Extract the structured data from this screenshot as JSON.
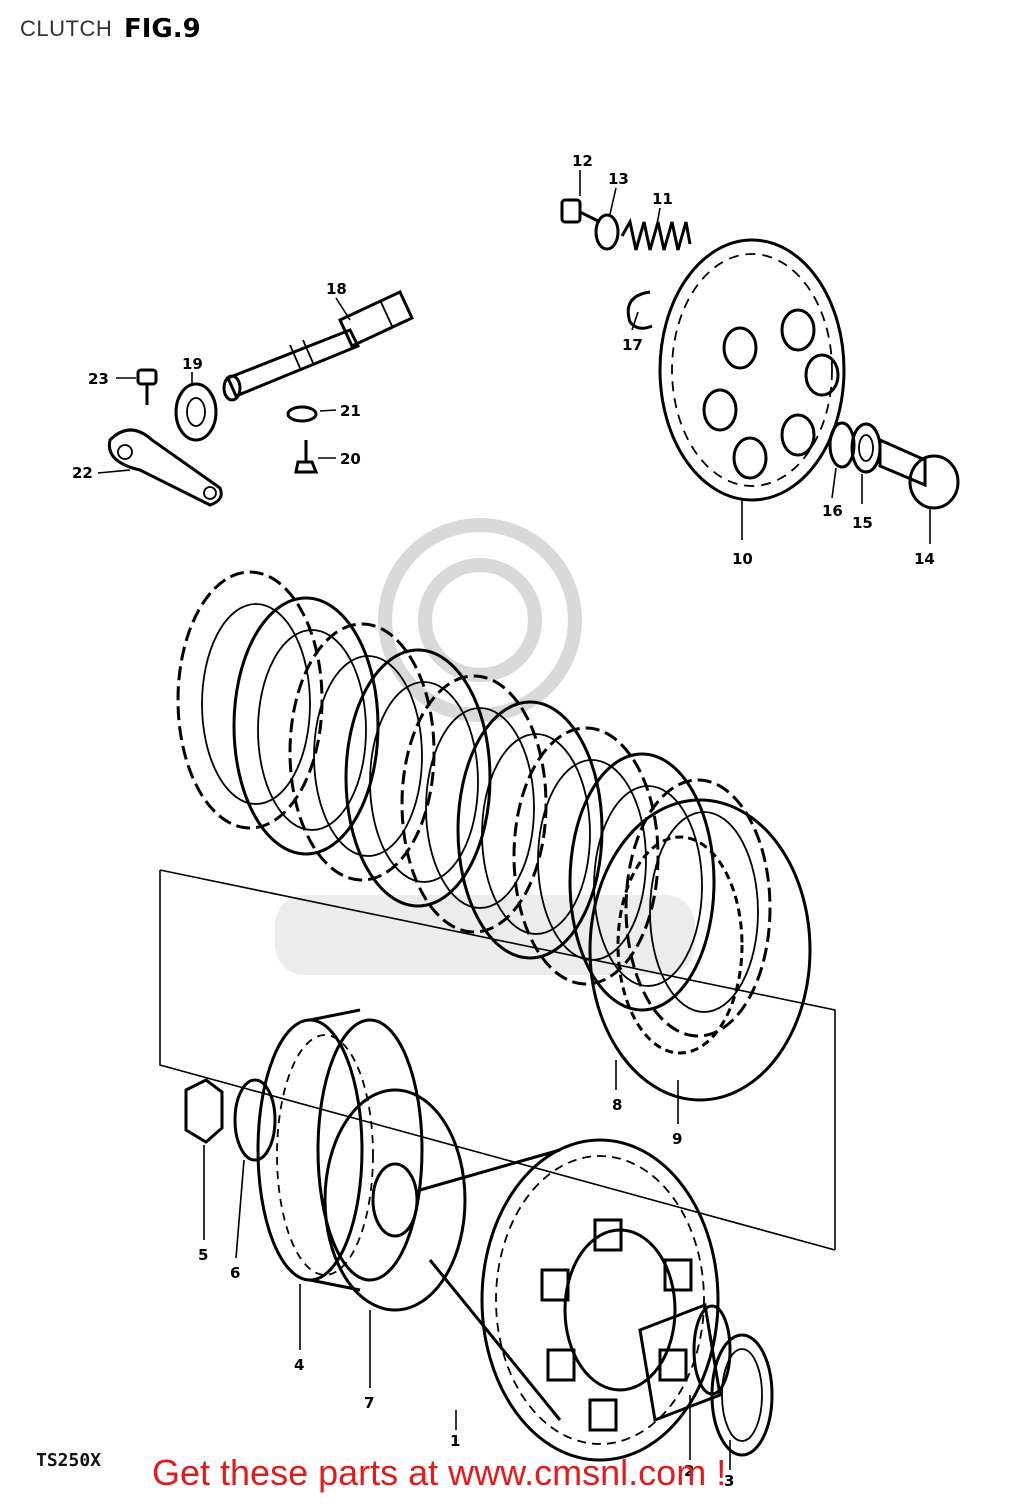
{
  "header": {
    "section_title": "CLUTCH",
    "figure_label": "FIG.9"
  },
  "footer": {
    "model_code": "TS250X",
    "promo_text": "Get these parts at www.cmsnl.com !"
  },
  "callouts": [
    "1",
    "2",
    "3",
    "4",
    "5",
    "6",
    "7",
    "8",
    "9",
    "10",
    "11",
    "12",
    "13",
    "14",
    "15",
    "16",
    "17",
    "18",
    "19",
    "20",
    "21",
    "22",
    "23"
  ],
  "colors": {
    "promo_red": "#e31b1b",
    "line_art": "#000000",
    "watermark": "#d9d9d9"
  }
}
